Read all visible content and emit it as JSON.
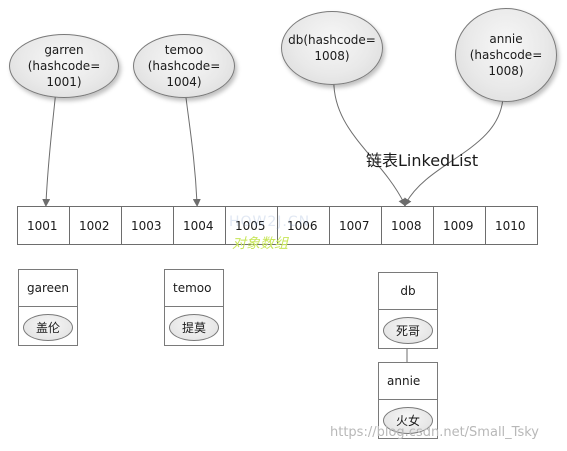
{
  "bubbles": [
    {
      "lines": "garren\n(hashcode=\n1001)"
    },
    {
      "lines": "temoo\n(hashcode=\n1004)"
    },
    {
      "lines": "db(hashcode=\n1008)"
    },
    {
      "lines": "annie\n(hashcode=\n1008)"
    }
  ],
  "linked_list_label": "链表LinkedList",
  "cells": [
    "1001",
    "1002",
    "1003",
    "1004",
    "1005",
    "1006",
    "1007",
    "1008",
    "1009",
    "1010"
  ],
  "objects": [
    {
      "name": "gareen",
      "value": "盖伦"
    },
    {
      "name": "temoo",
      "value": "提莫"
    },
    {
      "name": "db",
      "value": "死哥"
    },
    {
      "name": "annie",
      "value": "火女"
    }
  ],
  "overlay": {
    "brand": "HOW2J.CN",
    "subtitle": "对象数组"
  },
  "watermark": "https://blog.csdn.net/Small_Tsky",
  "colors": {
    "line": "#6d6d6d",
    "bubble_fill": "#e9e9e9",
    "overlay_sub": "#c8e65a"
  }
}
